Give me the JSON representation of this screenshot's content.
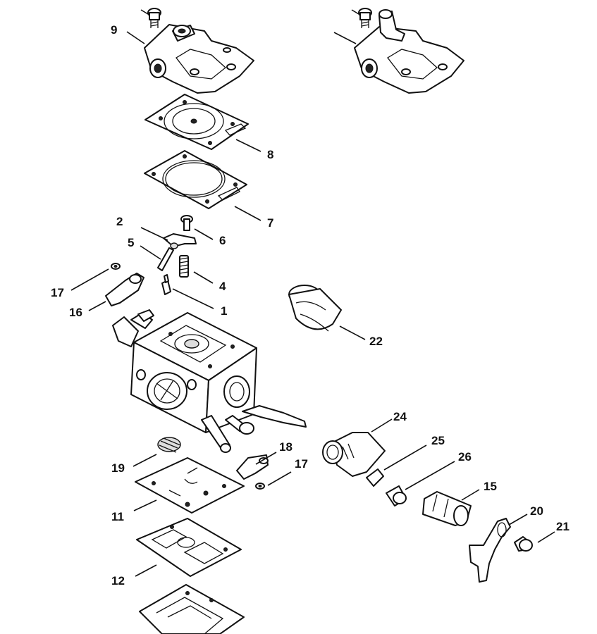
{
  "callouts": [
    {
      "id": "c9",
      "label": "9"
    },
    {
      "id": "c8",
      "label": "8"
    },
    {
      "id": "c7",
      "label": "7"
    },
    {
      "id": "c2",
      "label": "2"
    },
    {
      "id": "c6",
      "label": "6"
    },
    {
      "id": "c5",
      "label": "5"
    },
    {
      "id": "c4",
      "label": "4"
    },
    {
      "id": "c17a",
      "label": "17"
    },
    {
      "id": "c1",
      "label": "1"
    },
    {
      "id": "c16",
      "label": "16"
    },
    {
      "id": "c22",
      "label": "22"
    },
    {
      "id": "c24",
      "label": "24"
    },
    {
      "id": "c25",
      "label": "25"
    },
    {
      "id": "c18",
      "label": "18"
    },
    {
      "id": "c26",
      "label": "26"
    },
    {
      "id": "c19",
      "label": "19"
    },
    {
      "id": "c17b",
      "label": "17"
    },
    {
      "id": "c15",
      "label": "15"
    },
    {
      "id": "c11",
      "label": "11"
    },
    {
      "id": "c20",
      "label": "20"
    },
    {
      "id": "c21",
      "label": "21"
    },
    {
      "id": "c12",
      "label": "12"
    }
  ]
}
